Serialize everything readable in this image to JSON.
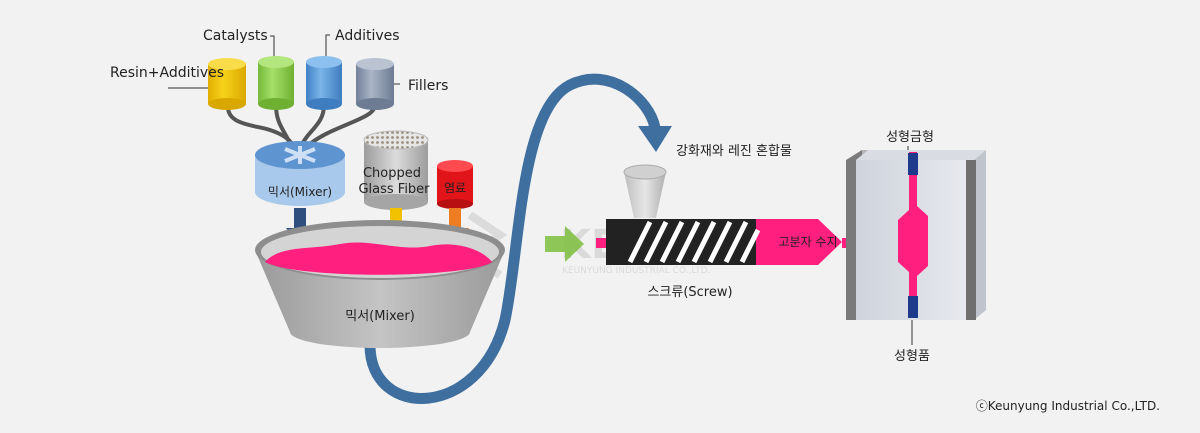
{
  "labels": {
    "resin_additives": "Resin+Additives",
    "catalysts": "Catalysts",
    "additives": "Additives",
    "fillers": "Fillers",
    "mixer_top": "믹서(Mixer)",
    "chopped_line1": "Chopped",
    "chopped_line2": "Glass Fiber",
    "pigment": "염료",
    "mixer_bowl": "믹서(Mixer)",
    "compound": "강화재와 레진 혼합물",
    "polymer_resin": "고분자 수지",
    "screw": "스크류(Screw)",
    "mold": "성형금형",
    "product": "성형품",
    "watermark_main": "KEUNYUNG",
    "watermark_sub": "KEUNYUNG INDUSTRIAL CO.,LTD.",
    "copyright": "ⓒKeunyung Industrial Co.,LTD."
  },
  "colors": {
    "resin": "#f2c400",
    "catalysts": "#8fd14f",
    "additives": "#5b9bd5",
    "fillers": "#8e9bb0",
    "mixer_blue": "#6a9fd6",
    "pink": "#ff1f7f",
    "pipe": "#3f6f9f",
    "screw_barrel": "#222222",
    "glass_gray": "#b9b9b9",
    "pigment_red": "#e8141b",
    "bowl_gray": "#b3b3b3",
    "arrow_navy": "#2f4f7f",
    "arrow_yellow": "#f2c100",
    "arrow_orange": "#ee7d22",
    "arrow_green": "#7dbe3c"
  }
}
